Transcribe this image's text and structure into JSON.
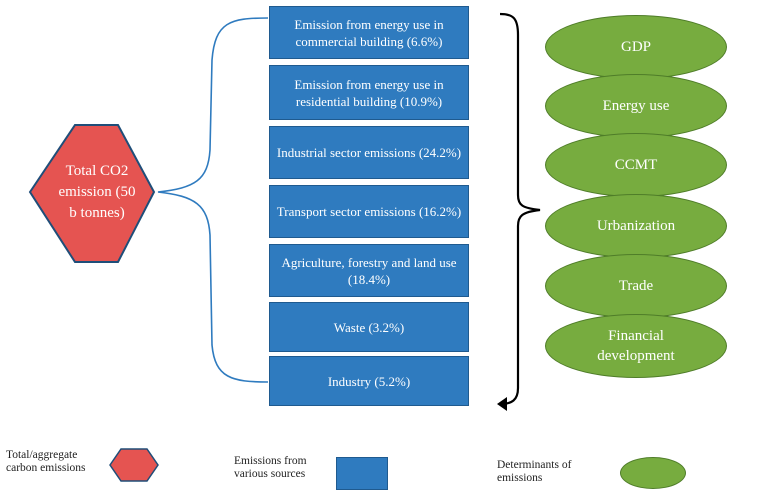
{
  "center": {
    "label": "Total CO2 emission (50 b tonnes)"
  },
  "sources": [
    {
      "label": "Emission  from energy use in commercial building (6.6%)"
    },
    {
      "label": "Emission  from energy use in residential building (10.9%)"
    },
    {
      "label": "Industrial sector emissions (24.2%)"
    },
    {
      "label": "Transport sector emissions (16.2%)"
    },
    {
      "label": "Agriculture, forestry and land use (18.4%)"
    },
    {
      "label": "Waste (3.2%)"
    },
    {
      "label": "Industry (5.2%)"
    }
  ],
  "determinants": [
    {
      "label": "GDP"
    },
    {
      "label": "Energy use"
    },
    {
      "label": "CCMT"
    },
    {
      "label": "Urbanization"
    },
    {
      "label": "Trade"
    },
    {
      "label": "Financial development"
    }
  ],
  "legend": {
    "hexagon": "Total/aggregate carbon emissions",
    "box": "Emissions  from various sources",
    "ellipse": "Determinants of emissions"
  },
  "colors": {
    "hexagon_fill": "#e55451",
    "hexagon_stroke": "#1f4e79",
    "box_fill": "#2f7bbf",
    "ellipse_fill": "#77ac3f",
    "connector": "#2f7bbf",
    "bracket": "#000000"
  },
  "icons": {
    "bracket_arrow": "arrow-left-icon"
  }
}
